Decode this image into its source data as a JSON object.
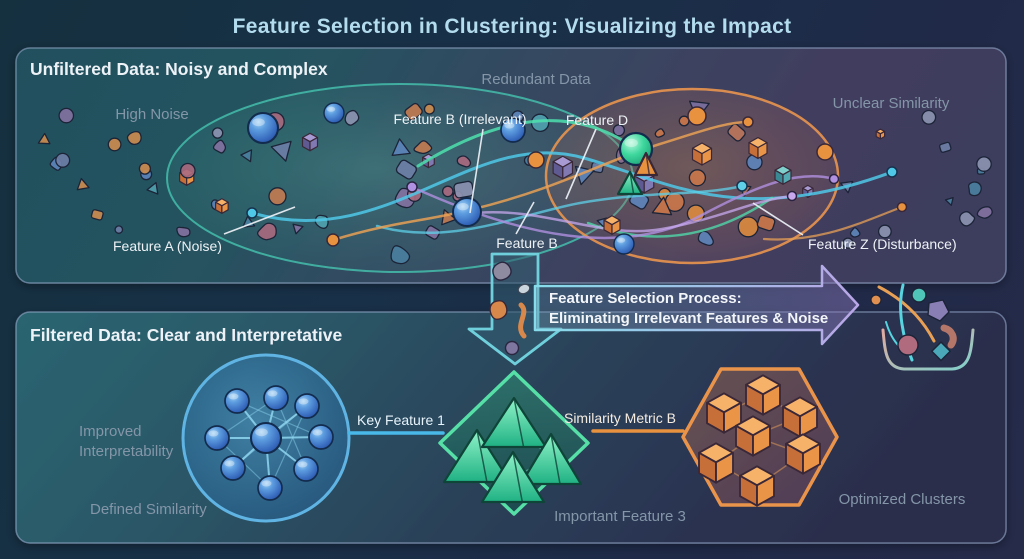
{
  "title": "Feature Selection in Clustering: Visualizing the Impact",
  "unfiltered": {
    "header": "Unfiltered Data: Noisy and Complex",
    "label_high_noise": "High Noise",
    "label_redundant_data": "Redundant Data",
    "label_unclear_similarity": "Unclear Similarity",
    "ann_feature_a": "Feature A (Noise)",
    "ann_feature_b_irrelevant": "Feature B (Irrelevant)",
    "ann_feature_d": "Feature D",
    "ann_feature_b": "Feature B",
    "ann_feature_z": "Feature Z (Disturbance)"
  },
  "process": {
    "line1": "Feature Selection Process:",
    "line2": "Eliminating Irrelevant Features & Noise"
  },
  "filtered": {
    "header": "Filtered Data: Clear and Interpretative",
    "label_improved_line1": "Improved",
    "label_improved_line2": "Interpretability",
    "label_defined_similarity": "Defined Similarity",
    "connector_key_feature": "Key Feature 1",
    "connector_similarity_metric": "Similarity Metric B",
    "label_important_feature": "Important Feature 3",
    "label_optimized_clusters": "Optimized Clusters"
  },
  "colors": {
    "background_top": "#15303f",
    "background_bottom": "#262b4a",
    "title_text": "#b3dcee",
    "teal_ellipse": "#46c4b0",
    "orange_ellipse": "#e9954e",
    "blue_cluster": "#5fb4e4",
    "green_cluster": "#56dfa6",
    "orange_cluster": "#ea934a",
    "cyan_line": "#4fc8e8",
    "mint_line": "#4fe0ae",
    "purple_line": "#b090e0",
    "orange_line": "#e8a055"
  }
}
